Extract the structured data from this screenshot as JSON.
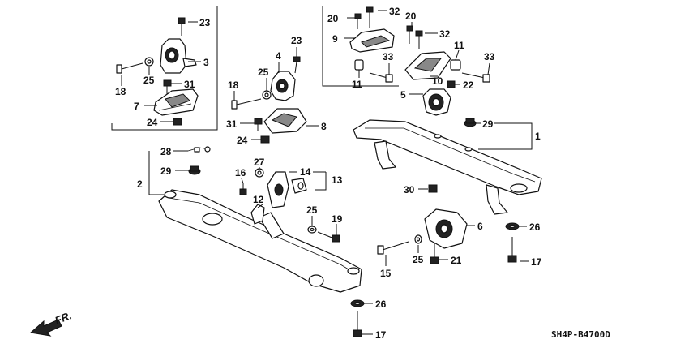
{
  "diagram_code": "SH4P-B4700D",
  "direction_label": "FR.",
  "callouts": {
    "c1": "1",
    "c2": "2",
    "c3": "3",
    "c4": "4",
    "c5": "5",
    "c6": "6",
    "c7": "7",
    "c8": "8",
    "c9": "9",
    "c10": "10",
    "c11a": "11",
    "c11b": "11",
    "c12": "12",
    "c13": "13",
    "c14": "14",
    "c15": "15",
    "c16": "16",
    "c17a": "17",
    "c17b": "17",
    "c18a": "18",
    "c18b": "18",
    "c19": "19",
    "c20a": "20",
    "c20b": "20",
    "c21": "21",
    "c22": "22",
    "c23a": "23",
    "c23b": "23",
    "c24a": "24",
    "c24b": "24",
    "c25a": "25",
    "c25b": "25",
    "c25c": "25",
    "c25d": "25",
    "c26a": "26",
    "c26b": "26",
    "c27": "27",
    "c28": "28",
    "c29a": "29",
    "c29b": "29",
    "c30": "30",
    "c31a": "31",
    "c31b": "31",
    "c32a": "32",
    "c32b": "32",
    "c33a": "33",
    "c33b": "33"
  }
}
